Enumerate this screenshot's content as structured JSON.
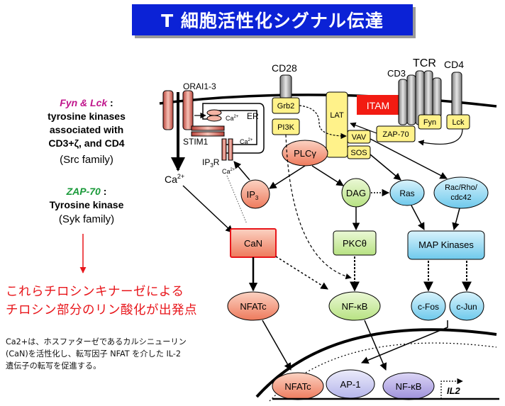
{
  "title": "T 細胞活性化シグナル伝達",
  "left_panel": {
    "fyn_lck_heading": "Fyn & Lck",
    "fyn_lck_colon": " :",
    "fyn_lck_line1": "tyrosine kinases",
    "fyn_lck_line2": "associated with",
    "fyn_lck_line3": "CD3+ζ, and CD4",
    "src_family": "(Src family)",
    "zap70_heading": "ZAP-70",
    "zap70_colon": " :",
    "zap70_line1": "Tyrosine kinase",
    "syk_family": "(Syk family)",
    "red_line1": "これらチロシンキナーゼによる",
    "red_line2": "チロシン部分のリン酸化が出発点",
    "note_line1": "Ca2+は、ホスファターゼであるカルシニューリン",
    "note_line2": "(CaN)を活性化し、転写因子 NFAT を介した IL-2",
    "note_line3": "遺伝子の転写を促進する。"
  },
  "diagram": {
    "receptors": {
      "orai": "ORAI1-3",
      "cd28": "CD28",
      "tcr": "TCR",
      "cd3": "CD3",
      "cd4": "CD4",
      "itam": "ITAM",
      "stim1": "STIM1",
      "er": "ER",
      "ip3r": "IP",
      "ip3r_sub": "3",
      "ip3r_tail": "R"
    },
    "adaptors": {
      "grb2": "Grb2",
      "pi3k": "PI3K",
      "lat": "LAT",
      "vav": "VAV",
      "sos": "SOS",
      "zap70": "ZAP-70",
      "fyn": "Fyn",
      "lck": "Lck"
    },
    "ca_labels": {
      "ca": "Ca",
      "sup": "2+"
    },
    "nodes": {
      "plcg": "PLCγ",
      "ip3": "IP",
      "ip3_sub": "3",
      "dag": "DAG",
      "ras": "Ras",
      "rac_line1": "Rac/Rho/",
      "rac_line2": "cdc42",
      "can": "CaN",
      "pkc": "PKCθ",
      "mapk": "MAP Kinases",
      "nfatc": "NFATc",
      "nfkb": "NF-κB",
      "cfos": "c-Fos",
      "cjun": "c-Jun"
    },
    "nucleus": {
      "nfatc": "NFATc",
      "ap1": "AP-1",
      "nfkb": "NF-κB",
      "il2": "IL2"
    }
  },
  "colors": {
    "title_bg": "#0b22d6",
    "fyn_lck_heading": "#c0168c",
    "zap70_heading": "#1a9a3a",
    "red_text": "#e8161b",
    "itam_bg": "#f21b12",
    "adaptor_fill": "#fff28a",
    "orange_node": "#f4967a",
    "green_node": "#cdeea0",
    "blue_node": "#8fd7f0",
    "lavender_node": "#c9c9f2",
    "purple_node": "#b2a7e4"
  }
}
